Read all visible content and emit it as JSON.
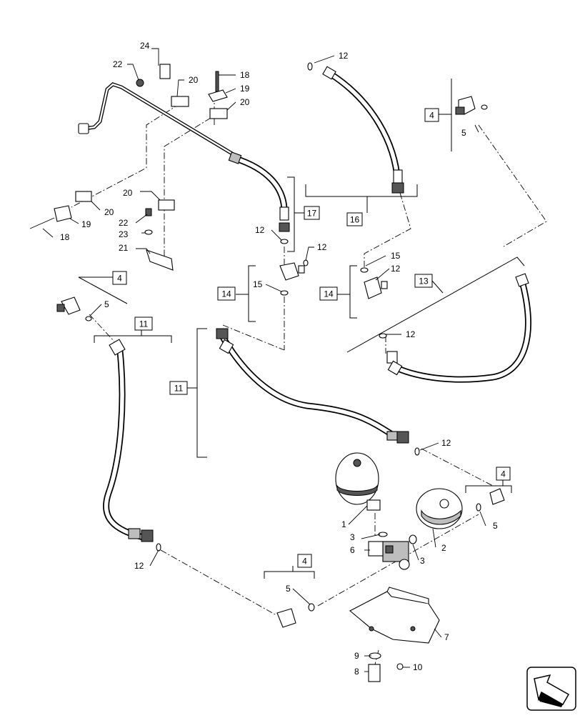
{
  "labels": {
    "l24": "24",
    "l22a": "22",
    "l20a": "20",
    "l18a": "18",
    "l19a": "19",
    "l20b": "20",
    "l20c": "20",
    "l20d": "20",
    "l22b": "22",
    "l23": "23",
    "l21": "21",
    "l19b": "19",
    "l18b": "18",
    "l12a": "12",
    "l12b": "12",
    "l12c": "12",
    "l12d": "12",
    "l12e": "12",
    "l12f": "12",
    "l15a": "15",
    "l15b": "15",
    "l5a": "5",
    "l5b": "5",
    "l5c": "5",
    "l5d": "5",
    "l1": "1",
    "l3a": "3",
    "l3b": "3",
    "l6": "6",
    "l2": "2",
    "l7": "7",
    "l9": "9",
    "l8": "8",
    "l10": "10"
  },
  "boxes": {
    "b4a": "4",
    "b16": "16",
    "b17": "17",
    "b14a": "14",
    "b14b": "14",
    "b13": "13",
    "b4b": "4",
    "b11a": "11",
    "b11b": "11",
    "b4c": "4",
    "b4d": "4"
  }
}
